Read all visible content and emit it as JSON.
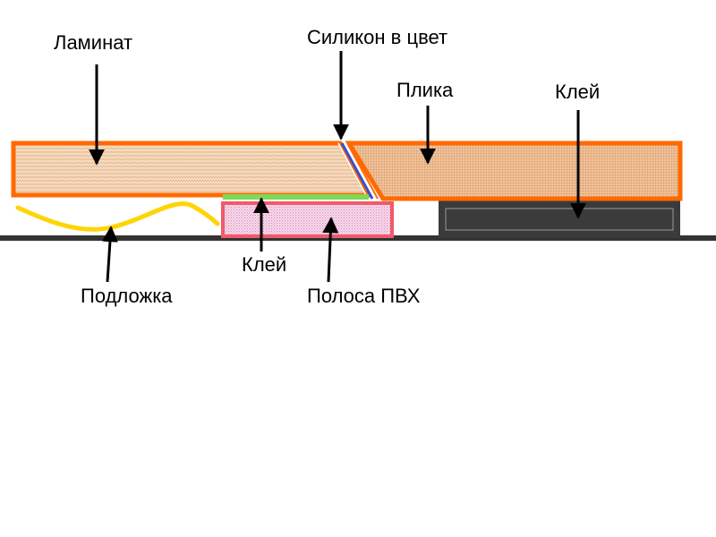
{
  "labels": {
    "laminate": "Ламинат",
    "silicone": "Силикон в цвет",
    "tile": "Плика",
    "glue_right": "Клей",
    "glue_middle": "Клей",
    "underlay": "Подложка",
    "pvc_strip": "Полоса ПВХ"
  },
  "colors": {
    "laminate_border": "#ff6a00",
    "laminate_fill": "#f7ddc2",
    "tile_fill": "#e9b48a",
    "silicone_line": "#3a4fd0",
    "glue_green": "#7ed957",
    "pvc_border": "#f05a6a",
    "pvc_fill": "#f3cde4",
    "underlay": "#ffd400",
    "glue_dark": "#3b3b3b",
    "floor": "#333333",
    "arrow": "#000000"
  }
}
